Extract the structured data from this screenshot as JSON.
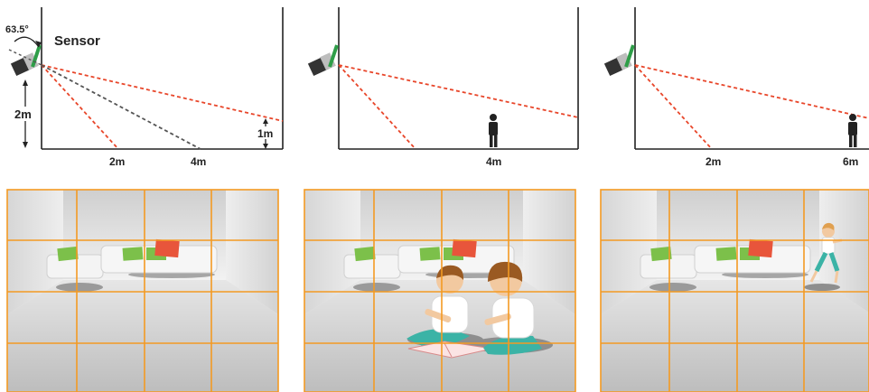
{
  "colors": {
    "grid": "#f39a23",
    "beam_red": "#e8462a",
    "beam_grey": "#555555",
    "sensor_green": "#2e9e48",
    "axis": "#222222",
    "sofa": "#f4f4f4",
    "cushion_green": "#7cc04a",
    "cushion_red": "#e8553b",
    "skin": "#f2c9a0",
    "hair": "#9a5a22",
    "teal": "#3bb3a6"
  },
  "diagrams": [
    {
      "angle_label": "63.5°",
      "sensor_label": "Sensor",
      "height_label": "2m",
      "small_height_label": "1m",
      "x_labels": [
        "2m",
        "4m"
      ]
    },
    {
      "x_labels": [
        "4m"
      ],
      "icon": "person-silhouette-icon"
    },
    {
      "x_labels": [
        "2m",
        "6m"
      ],
      "icon": "person-silhouette-icon"
    }
  ],
  "rooms": [
    {
      "scene": "empty-room"
    },
    {
      "scene": "two-children-sitting"
    },
    {
      "scene": "child-walking"
    }
  ]
}
